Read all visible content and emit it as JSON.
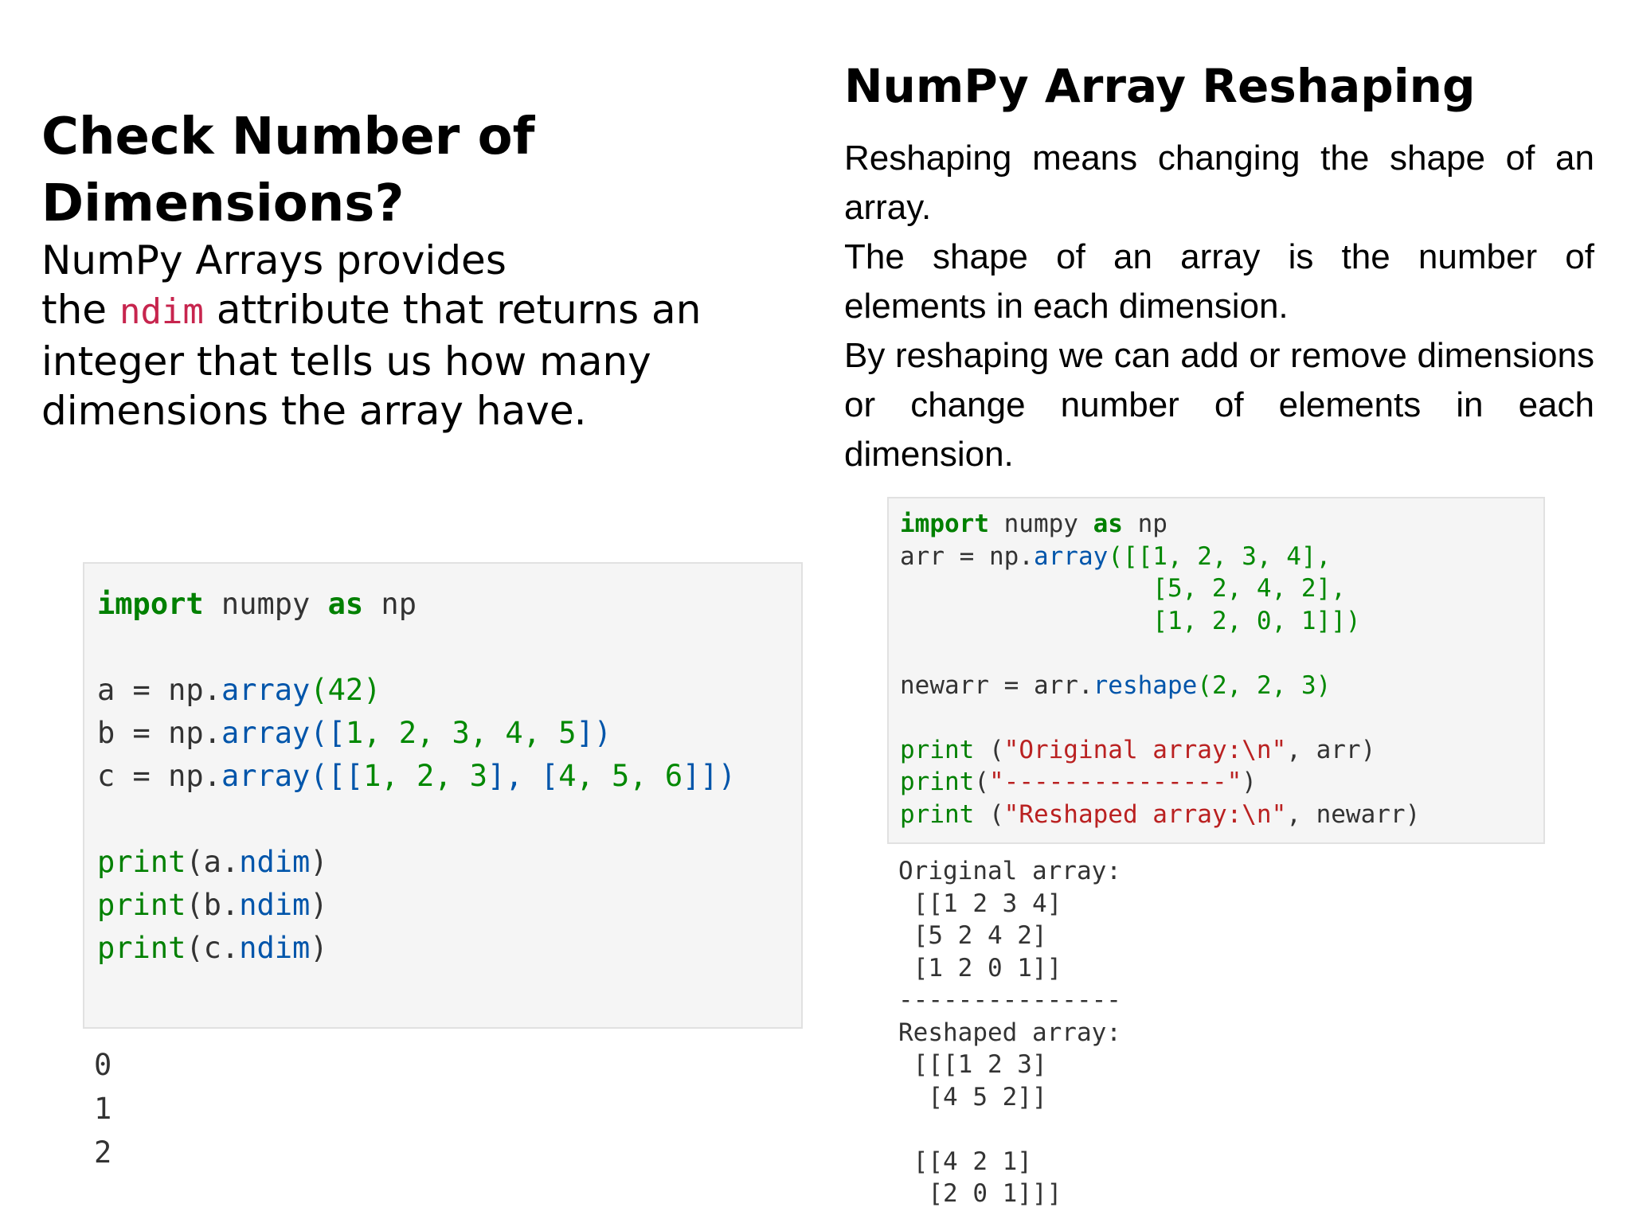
{
  "left": {
    "title_line1": "Check Number of",
    "title_line2": "Dimensions?",
    "body_line1": "NumPy Arrays provides",
    "body_the": "the ",
    "body_attr": "ndim",
    "body_rest1": " attribute that returns an",
    "body_line3": "integer that tells us how many",
    "body_line4": "dimensions the array have.",
    "code": {
      "import": "import",
      "module": " numpy ",
      "as": "as",
      "alias": " np",
      "a_var": "a = ",
      "np1": "np.",
      "array_fn": "array",
      "a_args": "(42)",
      "b_var": "b = ",
      "b_args_open": "([",
      "b_nums": "1, 2, 3, 4, 5",
      "b_args_close": "])",
      "c_var": "c = ",
      "c_args_open": "([[",
      "c_nums1": "1, 2, 3",
      "c_mid": "], [",
      "c_nums2": "4, 5, 6",
      "c_args_close": "]])",
      "print": "print",
      "pa": "(a.",
      "pb": "(b.",
      "pc": "(c.",
      "ndim": "ndim",
      "close": ")"
    },
    "output": [
      "0",
      "1",
      "2"
    ]
  },
  "right": {
    "title": "NumPy Array Reshaping",
    "para1": "Reshaping means changing the shape of an array.",
    "para2": "The shape of an array is the number of elements in each dimension.",
    "para3": "By reshaping we can add or remove dimensions or change number of elements in each dimension.",
    "code": {
      "import": "import",
      "module": " numpy ",
      "as": "as",
      "alias": " np",
      "arr_line1_pre": "arr = np.",
      "array_fn": "array",
      "arr_row1": "([[1, 2, 3, 4],",
      "arr_row2": "[5, 2, 4, 2],",
      "arr_row3": "[1, 2, 0, 1]])",
      "newarr_pre": "newarr = arr.",
      "reshape_fn": "reshape",
      "reshape_args": "(2, 2, 3)",
      "print": "print",
      "p1_open": " (",
      "p1_str": "\"Original array:\\n\"",
      "p1_close": ", arr)",
      "p2_open": "(",
      "p2_str": "\"---------------\"",
      "p2_close": ")",
      "p3_str": "\"Reshaped array:\\n\"",
      "p3_close": ", newarr)"
    },
    "output": [
      "Original array:",
      " [[1 2 3 4]",
      " [5 2 4 2]",
      " [1 2 0 1]]",
      "---------------",
      "Reshaped array:",
      " [[[1 2 3]",
      "  [4 5 2]]",
      "",
      " [[4 2 1]",
      "  [2 0 1]]]"
    ]
  }
}
